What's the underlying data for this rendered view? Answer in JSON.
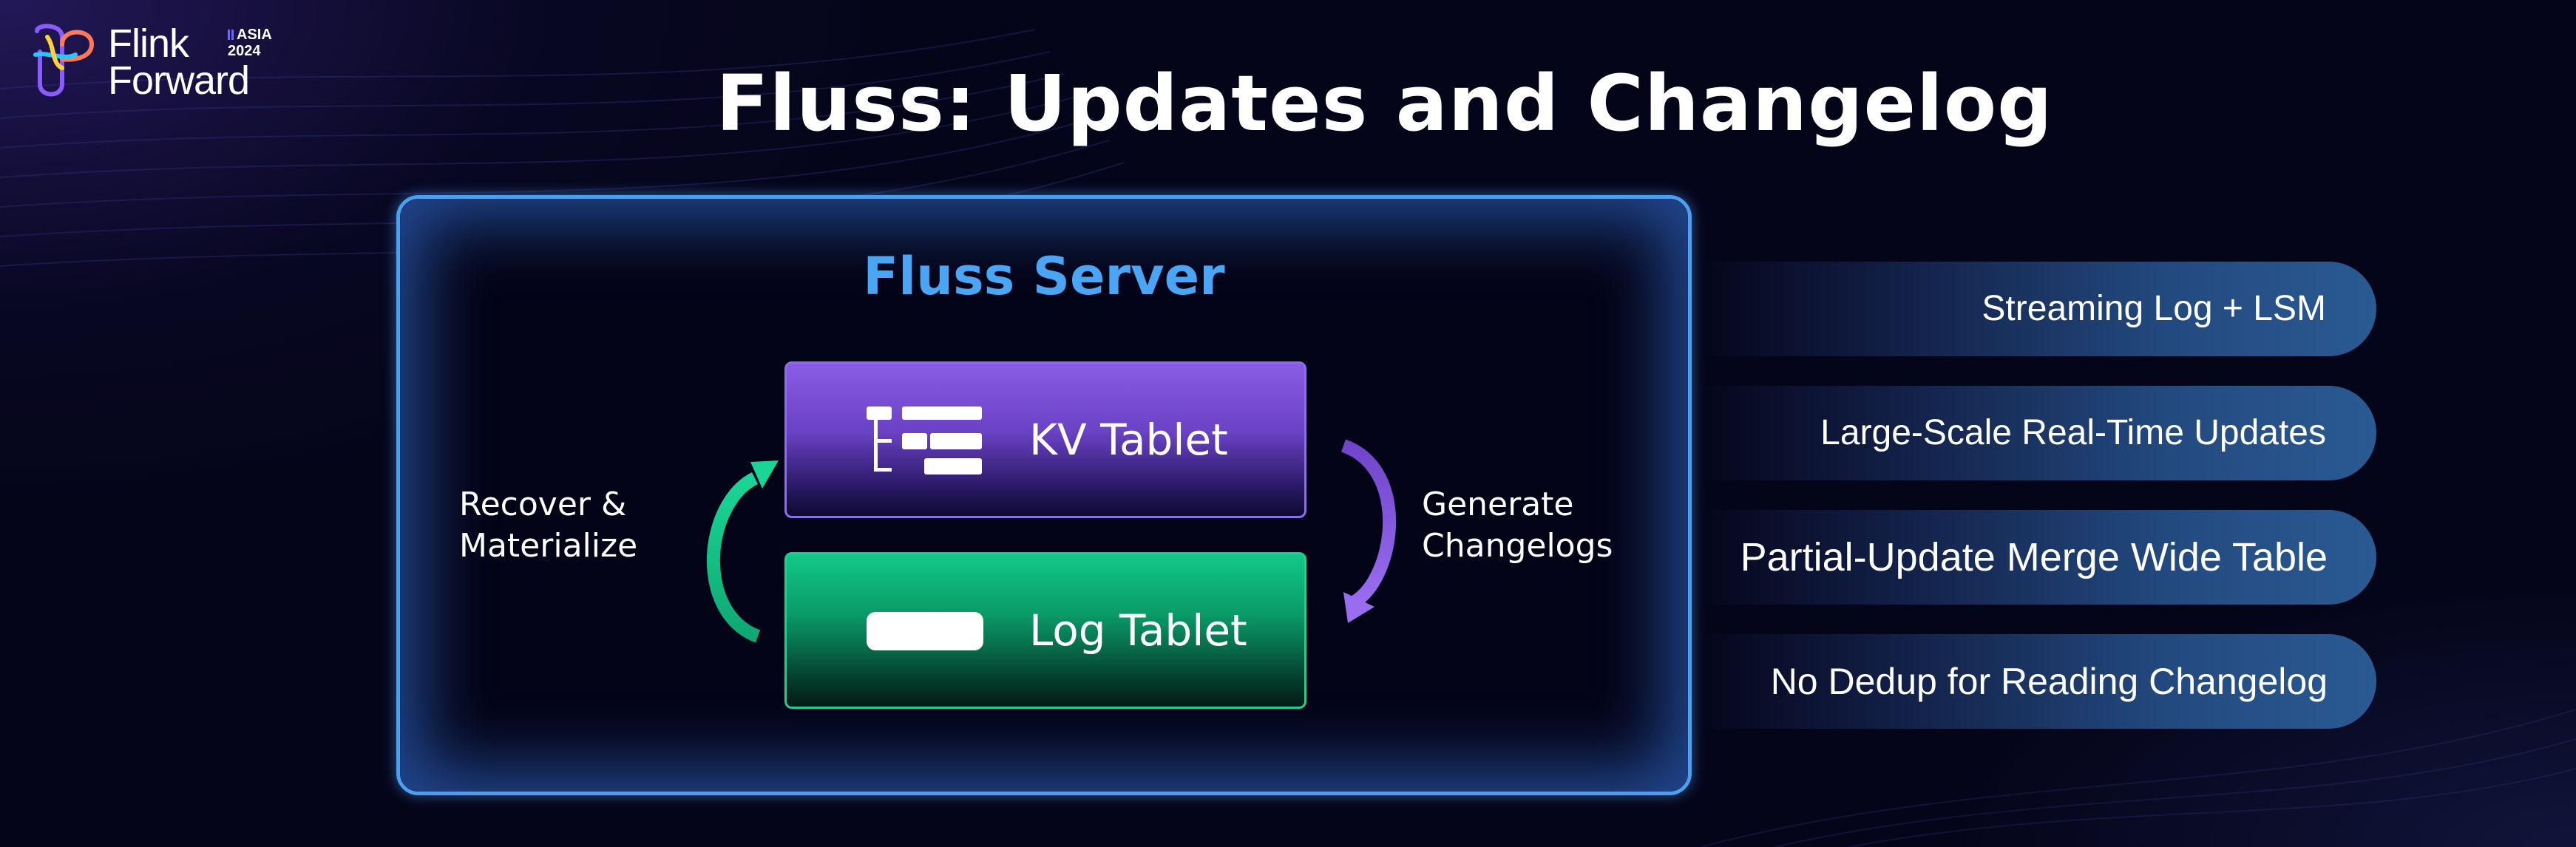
{
  "logo": {
    "line1": "Flink",
    "line2": "Forward",
    "badge_region": "ASIA",
    "badge_year": "2024"
  },
  "title": "Fluss: Updates and Changelog",
  "server": {
    "title": "Fluss Server",
    "kv_tablet_label": "KV Tablet",
    "log_tablet_label": "Log Tablet",
    "left_arrow_label_line1": "Recover &",
    "left_arrow_label_line2": "Materialize",
    "right_arrow_label_line1": "Generate",
    "right_arrow_label_line2": "Changelogs"
  },
  "features": [
    "Streaming Log + LSM",
    "Large-Scale Real-Time Updates",
    "Partial-Update Merge Wide Table",
    "No Dedup for Reading Changelog"
  ],
  "colors": {
    "background": "#05051a",
    "server_border": "#4a9ff0",
    "server_title": "#4aa6f4",
    "kv_tablet": "#8a5ce6",
    "log_tablet": "#12c888",
    "recover_arrow": "#14c987",
    "generate_arrow": "#8f63e8",
    "pill": "#2a5a92"
  }
}
